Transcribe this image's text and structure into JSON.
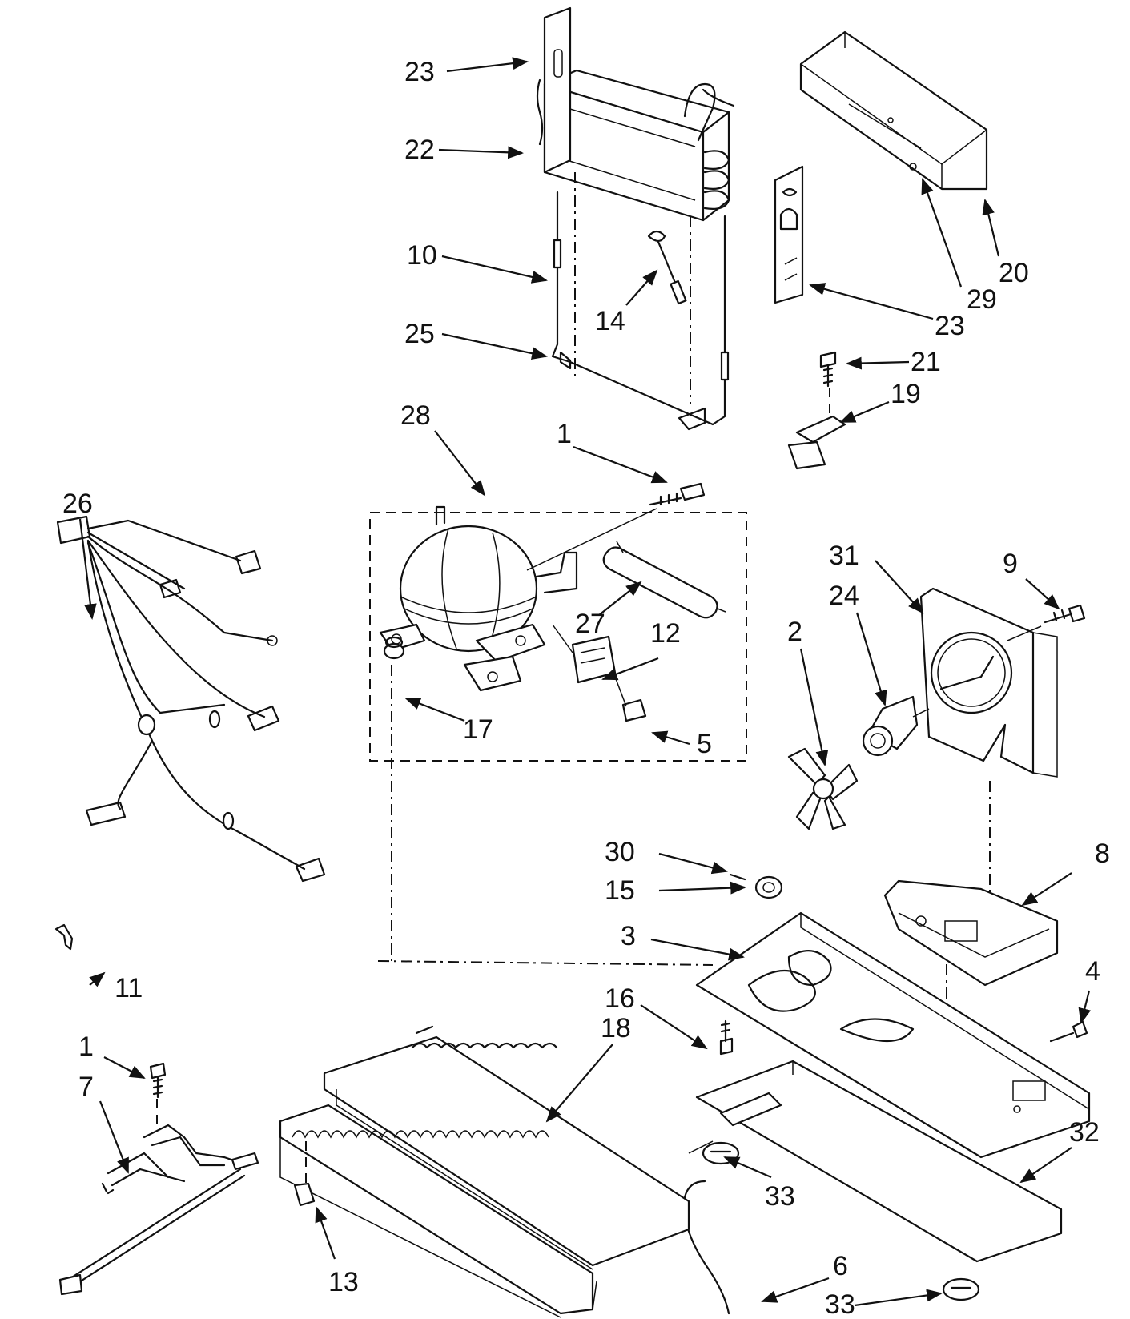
{
  "callouts": {
    "c23a": "23",
    "c22": "22",
    "c10": "10",
    "c14": "14",
    "c25": "25",
    "c28": "28",
    "c1a": "1",
    "c20": "20",
    "c29": "29",
    "c23b": "23",
    "c21": "21",
    "c19": "19",
    "c26": "26",
    "c27": "27",
    "c12": "12",
    "c17": "17",
    "c5": "5",
    "c31": "31",
    "c9": "9",
    "c24": "24",
    "c2": "2",
    "c30": "30",
    "c15": "15",
    "c8": "8",
    "c3": "3",
    "c4": "4",
    "c11": "11",
    "c16": "16",
    "c18": "18",
    "c1b": "1",
    "c7": "7",
    "c32": "32",
    "c33a": "33",
    "c13": "13",
    "c6": "6",
    "c33b": "33"
  }
}
